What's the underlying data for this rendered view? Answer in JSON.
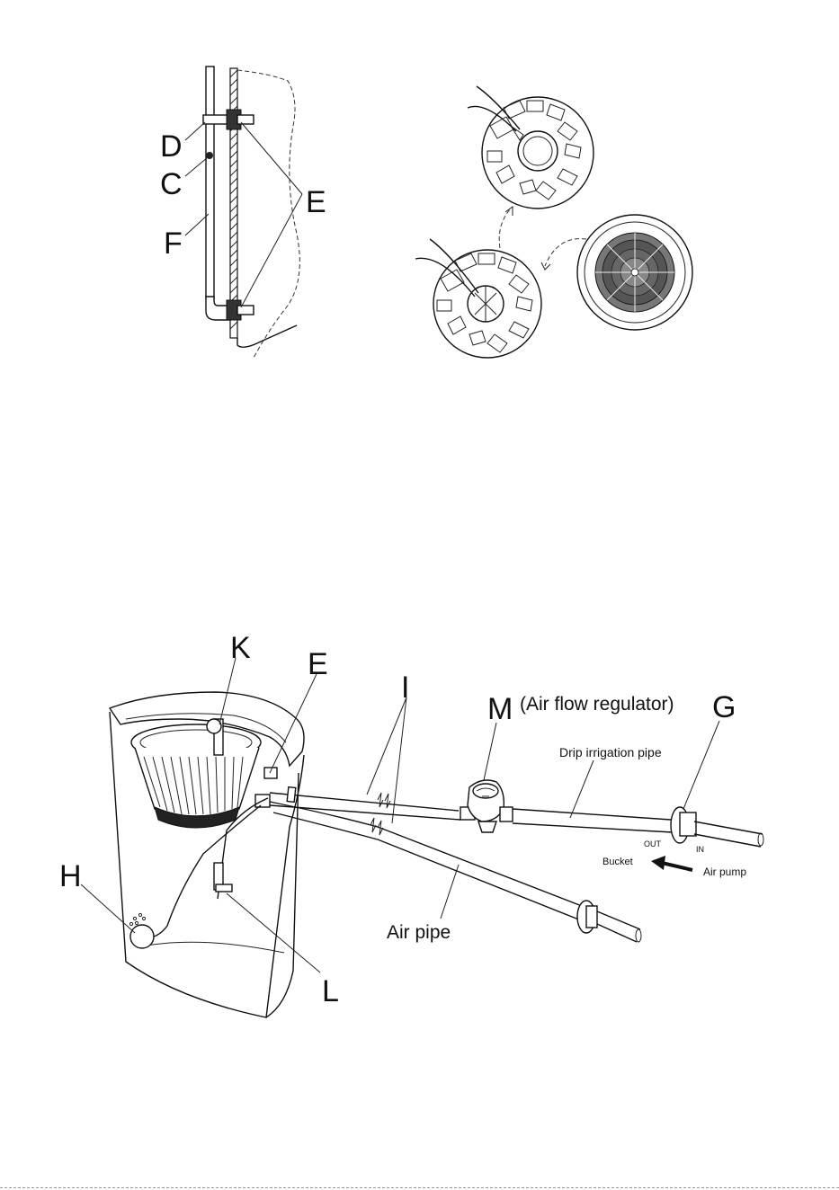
{
  "figure_top": {
    "labels": {
      "d": "D",
      "c": "C",
      "f": "F",
      "e": "E"
    }
  },
  "figure_bottom": {
    "labels": {
      "k": "K",
      "e": "E",
      "i": "I",
      "m": "M",
      "m_desc": "(Air flow regulator)",
      "g": "G",
      "h": "H",
      "l": "L",
      "drip_pipe": "Drip irrigation pipe",
      "out": "OUT",
      "in": "IN",
      "bucket": "Bucket",
      "air_pump": "Air pump",
      "air_pipe": "Air pipe"
    }
  }
}
